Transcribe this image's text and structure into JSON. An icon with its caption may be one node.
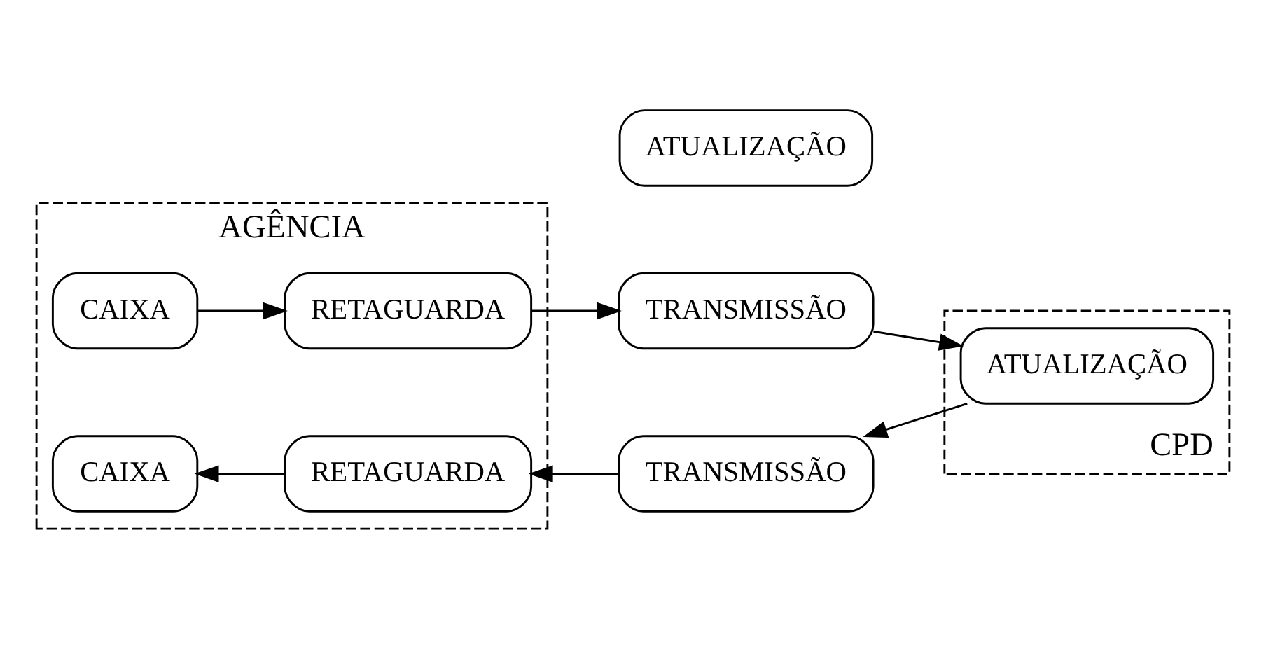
{
  "diagram": {
    "nodes": [
      {
        "text": [
          "AGÊNCIA"
        ]
      },
      {
        "text": [
          "CAIXA"
        ],
        "in": 0
      },
      {
        "text": [
          "RETAGUARDA"
        ],
        "in": 0
      },
      {
        "text": [
          "TRANSMISSÃO"
        ]
      },
      {
        "text": [
          "CPD"
        ]
      },
      {
        "text": [
          "ATUALIZAÇÃO"
        ],
        "in": 4
      },
      {
        "text": [
          "ATUALIZAÇÃO"
        ]
      },
      {
        "text": [
          "CAIXA"
        ],
        "in": 0
      },
      {
        "text": [
          "RETAGUARDA"
        ],
        "in": 0
      },
      {
        "text": [
          "TRANSMISSÃO"
        ]
      }
    ],
    "edges": [
      {
        "from": 1,
        "to": 2,
        "arrow": "to"
      },
      {
        "from": 2,
        "to": 3,
        "arrow": "to"
      },
      {
        "from": 3,
        "to": 5,
        "arrow": "to"
      },
      {
        "from": 5,
        "to": 9,
        "arrow": "to"
      },
      {
        "from": 9,
        "to": 8,
        "arrow": "to"
      },
      {
        "from": 8,
        "to": 7,
        "arrow": "to"
      }
    ]
  }
}
